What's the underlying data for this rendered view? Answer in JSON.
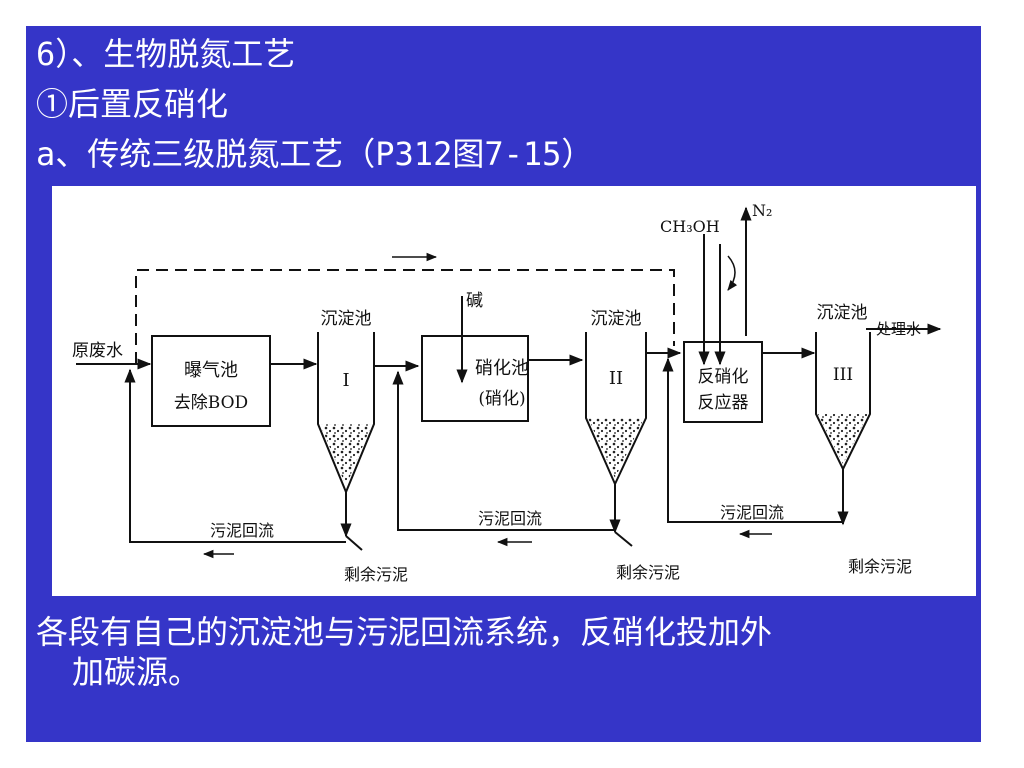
{
  "slide": {
    "bg_color": "#3535c8",
    "heading_lines": [
      "6）、生物脱氮工艺",
      "①后置反硝化",
      "a、传统三级脱氮工艺（P312图7-15）"
    ],
    "note_lines": [
      "各段有自己的沉淀池与污泥回流系统，反硝化投加外",
      "加碳源。"
    ]
  },
  "diagram": {
    "inlet": "原废水",
    "aeration_tank": [
      "曝气池",
      "去除BOD"
    ],
    "nitrification_tank": [
      "硝化池",
      "(硝化)"
    ],
    "denitrification_reactor": [
      "反硝化",
      "反应器"
    ],
    "clarifier_label": "沉淀池",
    "clarifier_numerals": [
      "I",
      "II",
      "III"
    ],
    "alkali": "碱",
    "methanol": "CH₃OH",
    "nitrogen": "N₂",
    "outlet": "处理水",
    "sludge_return": "污泥回流",
    "excess_sludge": "剩余污泥"
  }
}
